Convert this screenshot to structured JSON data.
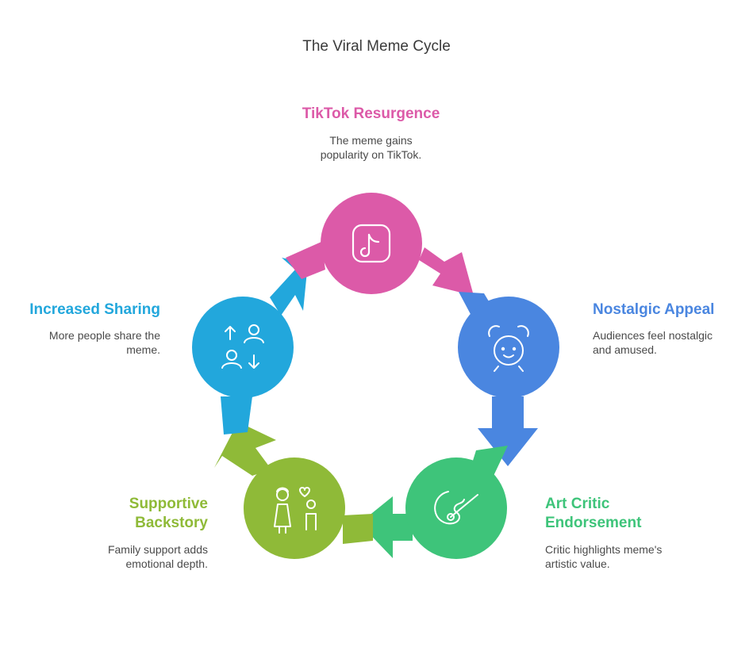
{
  "title": "The Viral Meme Cycle",
  "stages": [
    {
      "name": "TikTok Resurgence",
      "description_line1": "The meme gains",
      "description_line2": "popularity on TikTok.",
      "icon": "tiktok-logo-icon",
      "color": "#dc5aa8"
    },
    {
      "name": "Nostalgic Appeal",
      "description_line1": "Audiences feel nostalgic",
      "description_line2": "and amused.",
      "icon": "alarm-clock-face-icon",
      "color": "#4a86e0"
    },
    {
      "name_line1": "Art Critic",
      "name_line2": "Endorsement",
      "description_line1": "Critic highlights meme's",
      "description_line2": "artistic value.",
      "icon": "palette-brush-icon",
      "color": "#3ec47a"
    },
    {
      "name_line1": "Supportive",
      "name_line2": "Backstory",
      "description_line1": "Family support adds",
      "description_line2": "emotional depth.",
      "icon": "family-heart-icon",
      "color": "#8fba38"
    },
    {
      "name": "Increased Sharing",
      "description_line1": "More people share the",
      "description_line2": "meme.",
      "icon": "users-exchange-icon",
      "color": "#22a7dc"
    }
  ]
}
